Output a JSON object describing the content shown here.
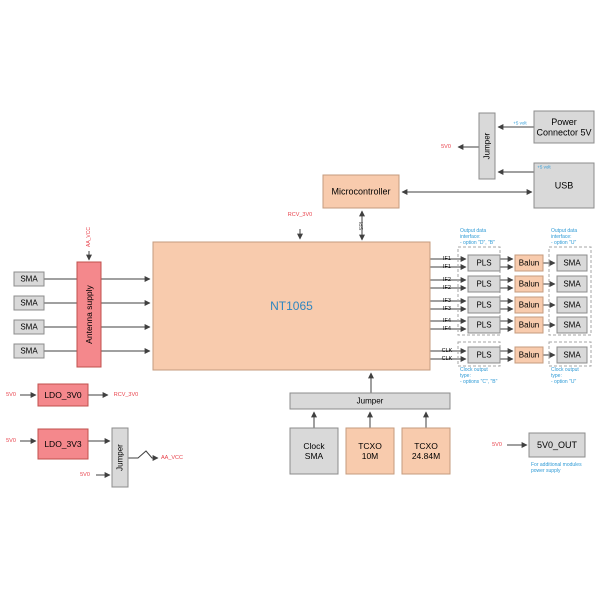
{
  "blocks": {
    "power_connector": "Power\nConnector 5V",
    "usb": "USB",
    "jumper_top": "Jumper",
    "microcontroller": "Microcontroller",
    "nt1065": "NT1065",
    "antenna_supply": "Antenna supply",
    "sma_in": [
      "SMA",
      "SMA",
      "SMA",
      "SMA"
    ],
    "pls": [
      "PLS",
      "PLS",
      "PLS",
      "PLS",
      "PLS"
    ],
    "balun": [
      "Balun",
      "Balun",
      "Balun",
      "Balun",
      "Balun"
    ],
    "sma_out": [
      "SMA",
      "SMA",
      "SMA",
      "SMA",
      "SMA"
    ],
    "jumper_bottom": "Jumper",
    "clock_sma": "Clock\nSMA",
    "tcxo_10m": "TCXO\n10M",
    "tcxo_2484m": "TCXO\n24.84M",
    "ldo_3v0": "LDO_3V0",
    "ldo_3v3": "LDO_3V3",
    "jumper_left": "Jumper",
    "out_5v0": "5V0_OUT"
  },
  "labels": {
    "plus5v_top": "+5 volt",
    "plus5v_usb": "+5 volt",
    "fivev0": "5V0",
    "rcv_3v0": "RCV_3V0",
    "aa_vcc": "AA_VCC",
    "spi": "SPI",
    "if_pins": [
      "IF1",
      "IF1",
      "IF2",
      "IF2",
      "IF3",
      "IF3",
      "IF4",
      "IF4"
    ],
    "clk_pins": [
      "CLK",
      "CLK"
    ],
    "output_data_pls": "Output data\ninterface:\n- option \"D\", \"B\"",
    "output_data_sma": "Output data\ninterface:\n- option \"U\"",
    "clock_output_pls": "Clock output\ntype:\n- options \"C\", \"B\"",
    "clock_output_sma": "Clock output\ntype:\n- option \"U\"",
    "additional_modules": "For additional modules\npower supply"
  },
  "colors": {
    "gray_fill": "#d9d9d9",
    "gray_stroke": "#8c8c8c",
    "peach_fill": "#f8cbad",
    "peach_stroke": "#c59b7e",
    "red_fill": "#f4888c",
    "red_stroke": "#c0504d",
    "nt1065_text": "#2e86c1",
    "red_text": "#e8404a",
    "blue_text": "#2f9bd6",
    "line": "#404040",
    "dash": "#a6a6a6"
  }
}
